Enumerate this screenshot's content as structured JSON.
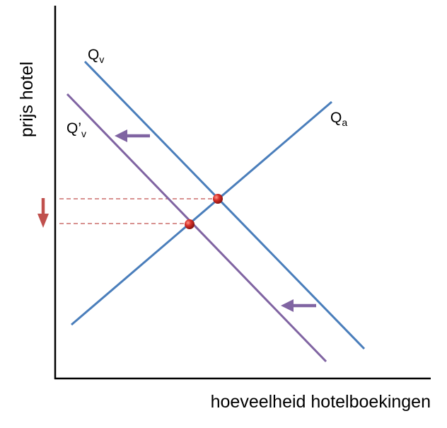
{
  "diagram": {
    "y_axis_label": "prijs hotel",
    "x_axis_label": "hoeveelheid hotelboekingen",
    "curves": {
      "demand": {
        "name": "Q",
        "subscript": "v",
        "color": "#4a7ebb"
      },
      "demand_shifted": {
        "name": "Q’",
        "subscript": "v",
        "color": "#8064a2"
      },
      "supply": {
        "name": "Q",
        "subscript": "a",
        "color": "#4a7ebb"
      }
    },
    "shift_arrow_color": "#8064a2",
    "price_change_arrow_color": "#c0504d",
    "equilibrium_marker_color": "#c0392b",
    "guide_line_color": "#c0504d"
  }
}
